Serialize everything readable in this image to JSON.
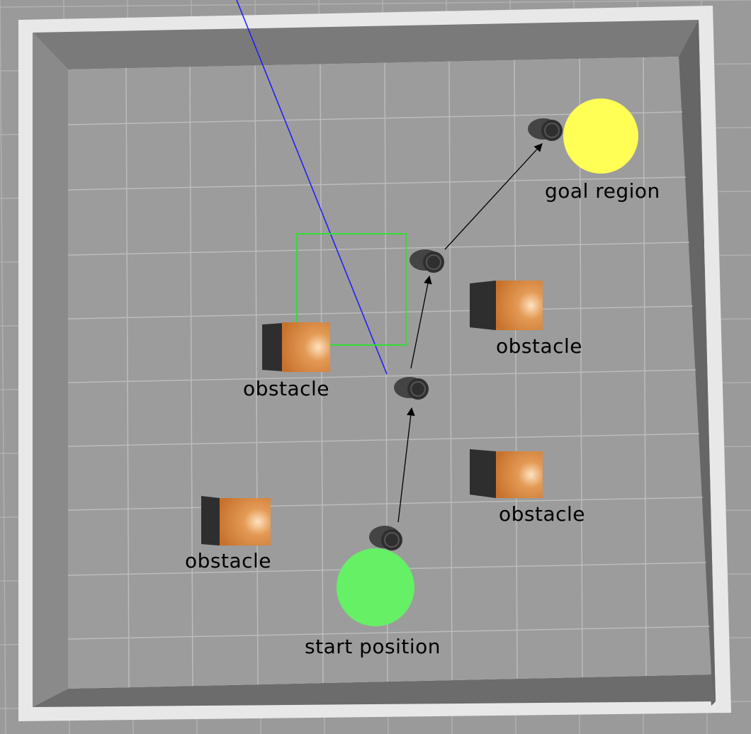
{
  "scene": {
    "floor_color": "#9a9a9a",
    "wall_top_color": "#e8e8e8",
    "wall_side_light": "#8a8a8a",
    "wall_side_dark": "#6c6c6c",
    "grid_color": "#b8b8b8",
    "laser_color": "#1a1aff",
    "sensor_box_color": "#33dd33",
    "goal_color": "#ffff55",
    "start_color": "#66f066",
    "box_color": "#d8843c",
    "box_shadow": "#333333",
    "robot_color": "#2f2f2f",
    "path_color": "#000000"
  },
  "labels": {
    "goal": "goal region",
    "start": "start position",
    "obstacle_1": "obstacle",
    "obstacle_2": "obstacle",
    "obstacle_3": "obstacle",
    "obstacle_4": "obstacle"
  },
  "icons": {
    "robot": "mobile-robot-icon",
    "obstacle": "box-obstacle-icon"
  }
}
